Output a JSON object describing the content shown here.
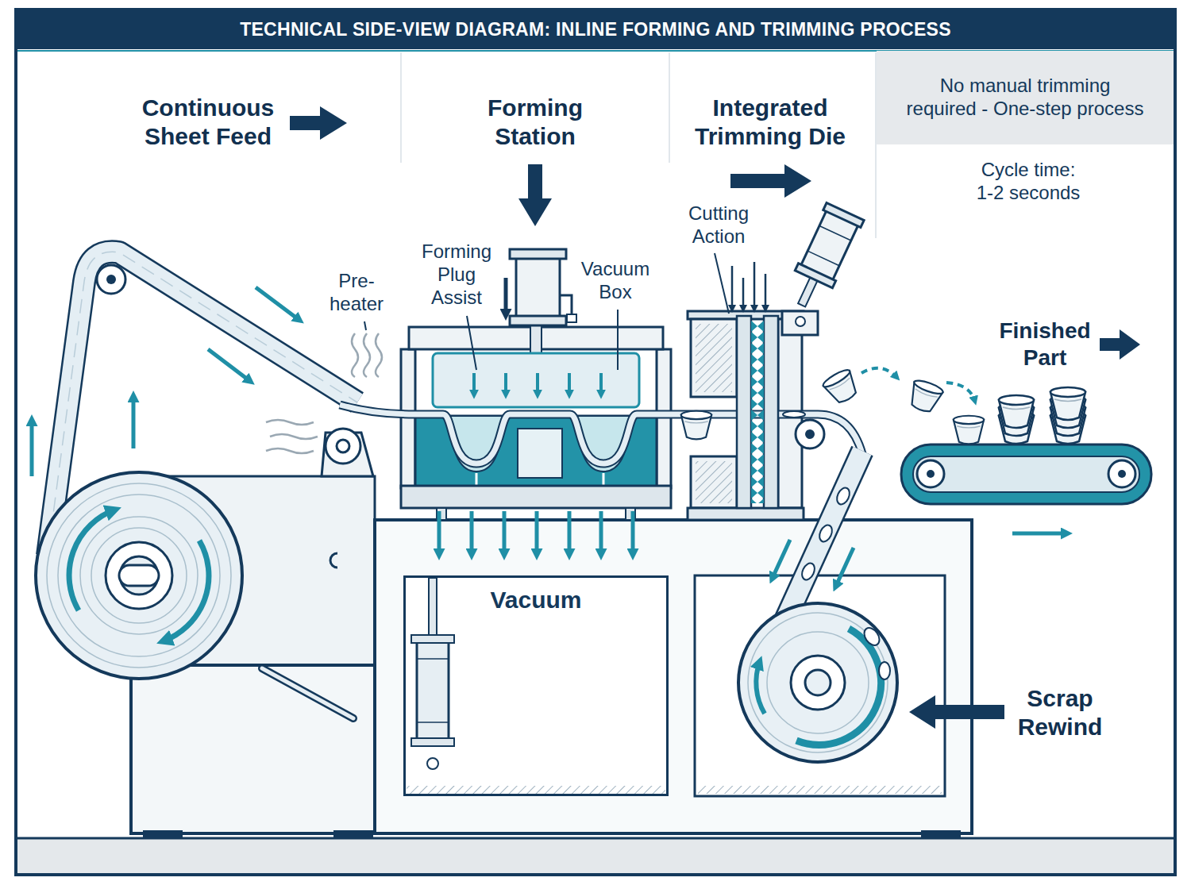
{
  "diagram": {
    "title": "TECHNICAL SIDE-VIEW DIAGRAM: INLINE FORMING AND TRIMMING PROCESS",
    "nodes": [
      {
        "text": [
          "No manual trimming required - One-step process"
        ]
      },
      {
        "text": [
          "Vacuum"
        ]
      }
    ],
    "labels": [
      "Continuous Sheet Feed",
      "Forming Station",
      "Integrated Trimming Die",
      "Cycle time: 1-2 seconds",
      "Pre-heater",
      "Forming Plug Assist",
      "Vacuum Box",
      "Cutting Action",
      "Finished Part",
      "Scrap Rewind"
    ]
  }
}
